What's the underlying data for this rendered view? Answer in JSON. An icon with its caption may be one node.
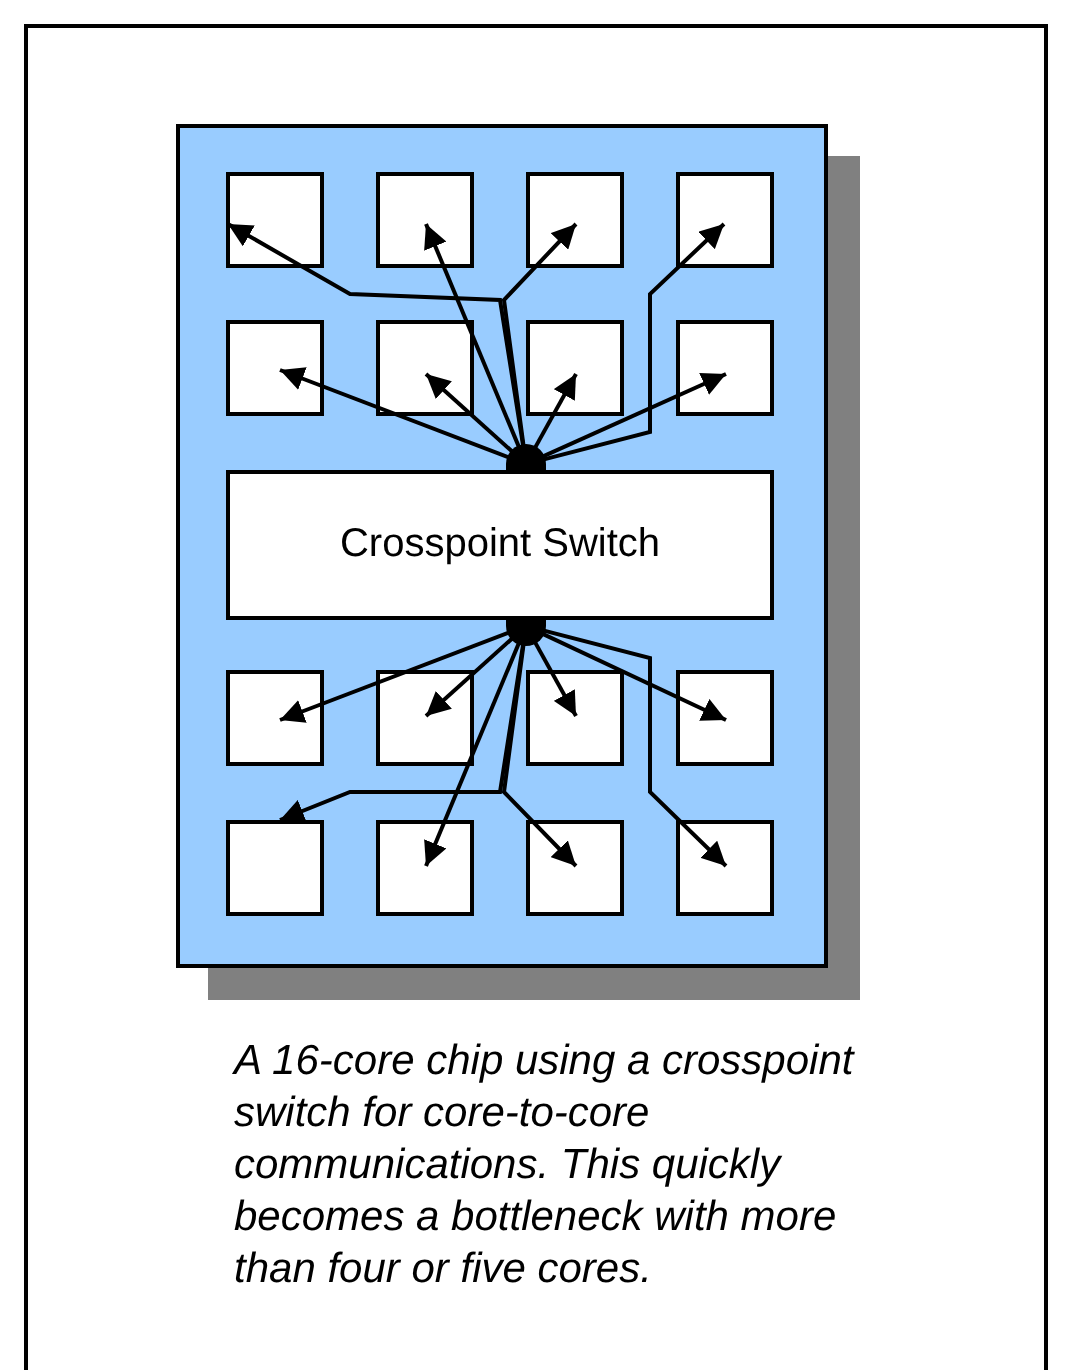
{
  "diagram": {
    "caption": "A 16-core chip using a crosspoint switch for core-to-core communications. This quickly becomes a bottleneck with more than four or five cores.",
    "nodes": [
      {
        "text": [],
        "shape": "box"
      },
      {
        "text": [],
        "shape": "box",
        "in": 0
      },
      {
        "text": [],
        "shape": "box",
        "in": 0
      },
      {
        "text": [],
        "shape": "box",
        "in": 0
      },
      {
        "text": [],
        "shape": "box",
        "in": 0
      },
      {
        "text": [],
        "shape": "box",
        "in": 0
      },
      {
        "text": [],
        "shape": "box",
        "in": 0
      },
      {
        "text": [],
        "shape": "box",
        "in": 0
      },
      {
        "text": [],
        "shape": "box",
        "in": 0
      },
      {
        "text": [],
        "shape": "circle",
        "in": 0
      },
      {
        "text": [
          "Crosspoint Switch"
        ],
        "in": 0
      },
      {
        "text": [],
        "shape": "circle",
        "in": 0
      },
      {
        "text": [],
        "shape": "box",
        "in": 0
      },
      {
        "text": [],
        "shape": "box",
        "in": 0
      },
      {
        "text": [],
        "shape": "box",
        "in": 0
      },
      {
        "text": [],
        "shape": "box",
        "in": 0
      },
      {
        "text": [],
        "shape": "box",
        "in": 0
      },
      {
        "text": [],
        "shape": "box",
        "in": 0
      },
      {
        "text": [],
        "shape": "box",
        "in": 0
      },
      {
        "text": [],
        "shape": "box",
        "in": 0
      }
    ],
    "edges": [
      {
        "from": 9,
        "to": 1,
        "arrow": "to"
      },
      {
        "from": 9,
        "to": 2,
        "arrow": "to"
      },
      {
        "from": 9,
        "to": 3,
        "arrow": "to"
      },
      {
        "from": 9,
        "to": 4,
        "arrow": "to"
      },
      {
        "from": 9,
        "to": 5,
        "arrow": "to"
      },
      {
        "from": 9,
        "to": 6,
        "arrow": "to"
      },
      {
        "from": 9,
        "to": 7,
        "arrow": "to"
      },
      {
        "from": 9,
        "to": 8,
        "arrow": "to"
      },
      {
        "from": 11,
        "to": 12,
        "arrow": "to"
      },
      {
        "from": 11,
        "to": 13,
        "arrow": "to"
      },
      {
        "from": 11,
        "to": 14,
        "arrow": "to"
      },
      {
        "from": 11,
        "to": 15,
        "arrow": "to"
      },
      {
        "from": 11,
        "to": 16,
        "arrow": "to"
      },
      {
        "from": 11,
        "to": 17,
        "arrow": "to"
      },
      {
        "from": 11,
        "to": 18,
        "arrow": "to"
      },
      {
        "from": 11,
        "to": 19,
        "arrow": "to"
      }
    ]
  }
}
